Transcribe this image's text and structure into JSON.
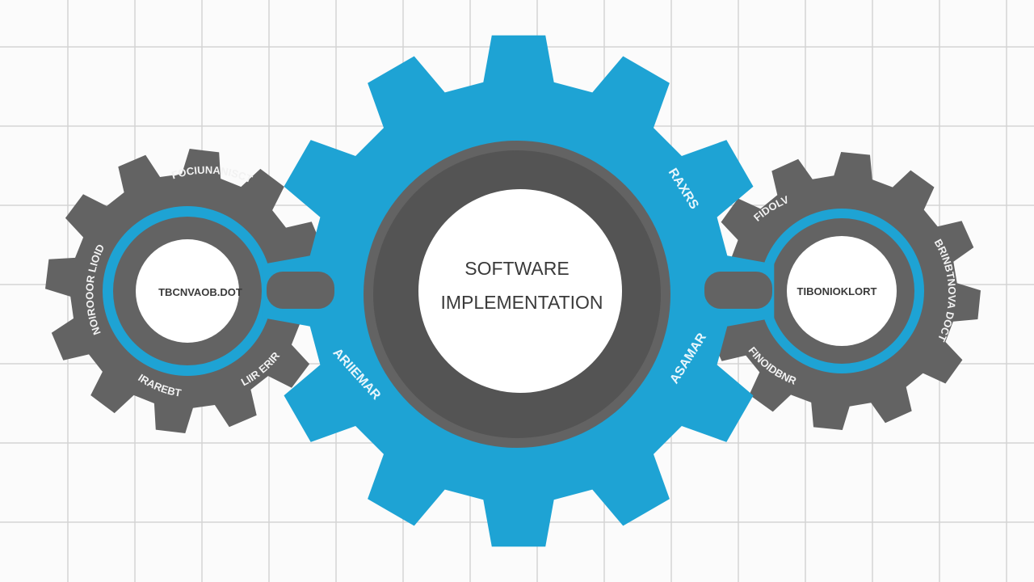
{
  "colors": {
    "background": "#fbfbfb",
    "grid_line": "#d4d4d4",
    "gear_blue": "#1ea3d4",
    "gear_blue_dark": "#1987b3",
    "gear_gray": "#636363",
    "gear_gray_dark": "#545454",
    "hub_white": "#ffffff",
    "text_dark": "#3a3a3a",
    "garbled_text_light": "#e8f6fc",
    "garbled_text_on_gray": "#f2f2f2"
  },
  "center_gear": {
    "title_line1": "SOFTWARE",
    "title_line2": "IMPLEMENTATION",
    "deco_text_upper_right": "RAXRS",
    "deco_text_lower_left": "ARIIEMAR",
    "deco_text_lower_right": "ASAMAR"
  },
  "left_gear": {
    "hub_label": "TBCNVAOB.DOT",
    "ring_text_top": "FOCIUNANISCT",
    "ring_text_left": "NOIROOOR LIOID",
    "ring_text_bottom": "IRAREBT",
    "ring_text_right": "LIIR ERIR"
  },
  "right_gear": {
    "hub_label": "TIBONIOKLORT",
    "ring_text_top": "FIDOLV",
    "ring_text_right": "BRINBTNOVA DOCT",
    "ring_text_bottom": "FINOIDBNR"
  }
}
